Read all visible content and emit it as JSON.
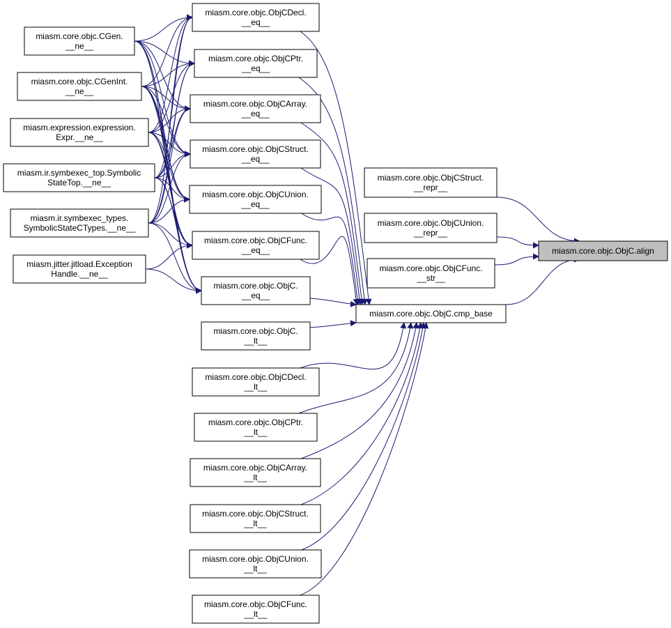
{
  "colors": {
    "edge": "#191970",
    "root_fill": "#bfbfbf",
    "node_fill": "#ffffff",
    "border": "#000000"
  },
  "nodes": {
    "align": {
      "lines": [
        "miasm.core.objc.ObjC.align"
      ]
    },
    "cmp_base": {
      "lines": [
        "miasm.core.objc.ObjC.cmp_base"
      ]
    },
    "struct_repr": {
      "lines": [
        "miasm.core.objc.ObjCStruct.",
        "__repr__"
      ]
    },
    "union_repr": {
      "lines": [
        "miasm.core.objc.ObjCUnion.",
        "__repr__"
      ]
    },
    "func_str": {
      "lines": [
        "miasm.core.objc.ObjCFunc.",
        "__str__"
      ]
    },
    "decl_eq": {
      "lines": [
        "miasm.core.objc.ObjCDecl.",
        "__eq__"
      ]
    },
    "ptr_eq": {
      "lines": [
        "miasm.core.objc.ObjCPtr.",
        "__eq__"
      ]
    },
    "array_eq": {
      "lines": [
        "miasm.core.objc.ObjCArray.",
        "__eq__"
      ]
    },
    "struct_eq": {
      "lines": [
        "miasm.core.objc.ObjCStruct.",
        "__eq__"
      ]
    },
    "union_eq": {
      "lines": [
        "miasm.core.objc.ObjCUnion.",
        "__eq__"
      ]
    },
    "func_eq": {
      "lines": [
        "miasm.core.objc.ObjCFunc.",
        "__eq__"
      ]
    },
    "objc_eq": {
      "lines": [
        "miasm.core.objc.ObjC.",
        "__eq__"
      ]
    },
    "objc_lt": {
      "lines": [
        "miasm.core.objc.ObjC.",
        "__lt__"
      ]
    },
    "decl_lt": {
      "lines": [
        "miasm.core.objc.ObjCDecl.",
        "__lt__"
      ]
    },
    "ptr_lt": {
      "lines": [
        "miasm.core.objc.ObjCPtr.",
        "__lt__"
      ]
    },
    "array_lt": {
      "lines": [
        "miasm.core.objc.ObjCArray.",
        "__lt__"
      ]
    },
    "struct_lt": {
      "lines": [
        "miasm.core.objc.ObjCStruct.",
        "__lt__"
      ]
    },
    "union_lt": {
      "lines": [
        "miasm.core.objc.ObjCUnion.",
        "__lt__"
      ]
    },
    "func_lt": {
      "lines": [
        "miasm.core.objc.ObjCFunc.",
        "__lt__"
      ]
    },
    "cgen_ne": {
      "lines": [
        "miasm.core.objc.CGen.",
        "__ne__"
      ]
    },
    "cgenint_ne": {
      "lines": [
        "miasm.core.objc.CGenInt.",
        "__ne__"
      ]
    },
    "expr_ne": {
      "lines": [
        "miasm.expression.expression.",
        "Expr.__ne__"
      ]
    },
    "symtop_ne": {
      "lines": [
        "miasm.ir.symbexec_top.Symbolic",
        "StateTop.__ne__"
      ]
    },
    "symctypes_ne": {
      "lines": [
        "miasm.ir.symbexec_types.",
        "SymbolicStateCTypes.__ne__"
      ]
    },
    "jitexc_ne": {
      "lines": [
        "miasm.jitter.jitload.Exception",
        "Handle.__ne__"
      ]
    }
  }
}
